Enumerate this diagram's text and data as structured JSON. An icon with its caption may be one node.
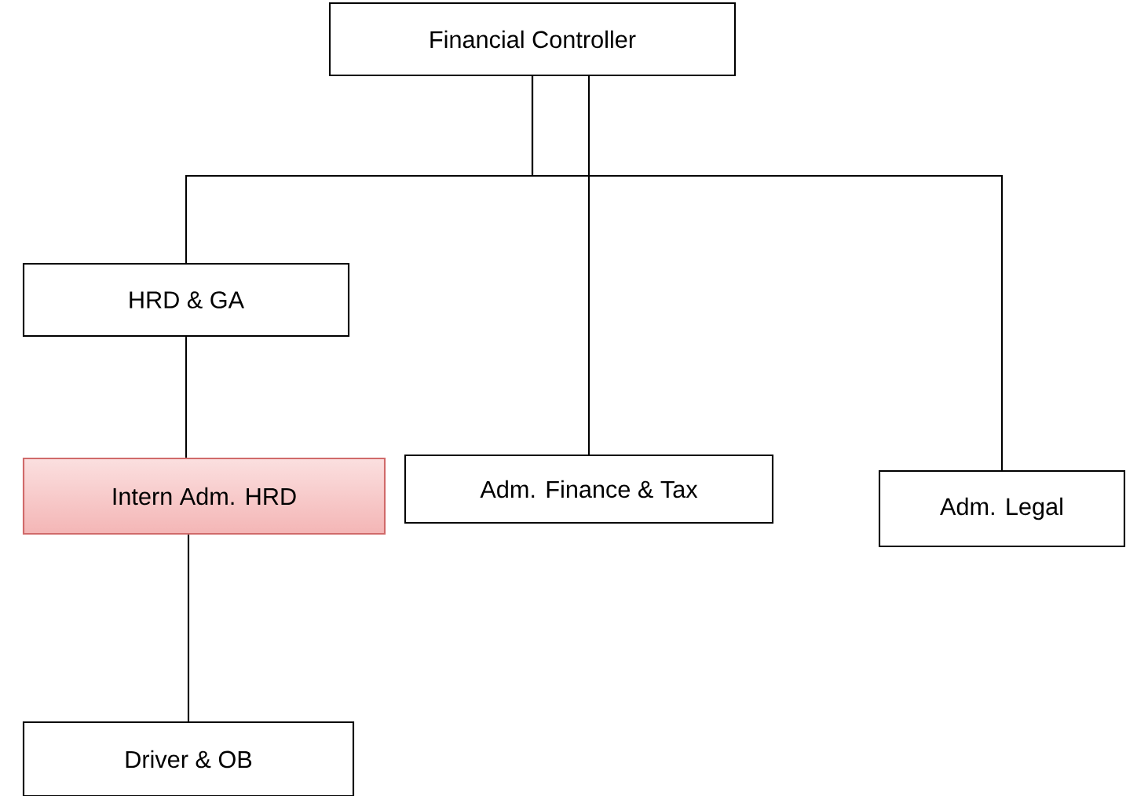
{
  "diagram": {
    "nodes": [
      {
        "text": [
          "Financial Controller"
        ]
      },
      {
        "text": [
          "HRD & GA"
        ]
      },
      {
        "text": [
          "Intern Adm. HRD"
        ]
      },
      {
        "text": [
          "Adm. Finance & Tax"
        ]
      },
      {
        "text": [
          "Adm. Legal"
        ]
      },
      {
        "text": [
          "Driver & OB"
        ]
      }
    ],
    "edges": [
      {
        "from": 0,
        "to": 1,
        "arrow": "none"
      },
      {
        "from": 0,
        "to": 3,
        "arrow": "none"
      },
      {
        "from": 0,
        "to": 4,
        "arrow": "none"
      },
      {
        "from": 1,
        "to": 2,
        "arrow": "none"
      },
      {
        "from": 2,
        "to": 5,
        "arrow": "none"
      }
    ]
  }
}
